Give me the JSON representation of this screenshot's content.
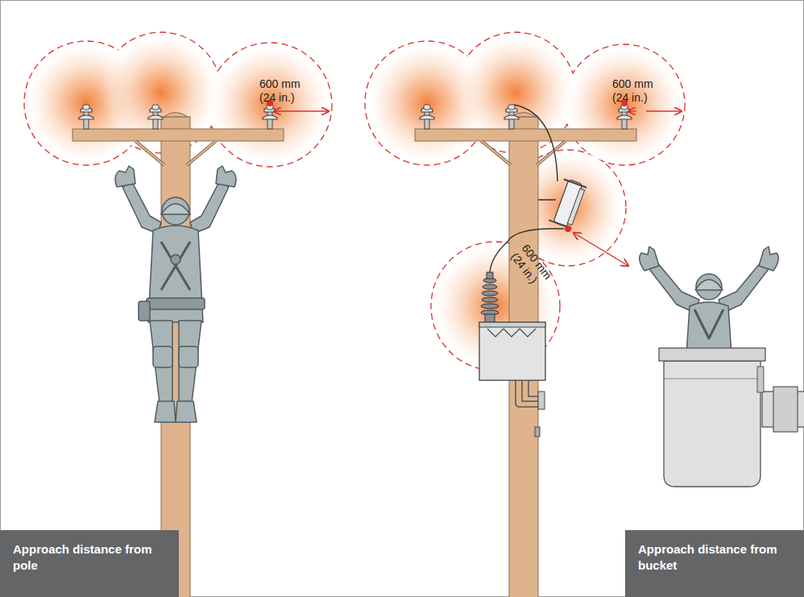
{
  "diagram": {
    "nodes": [
      {
        "text": [
          "Approach distance from pole"
        ]
      },
      {
        "text": [
          "Approach distance from bucket"
        ]
      }
    ],
    "edges": [],
    "labels": [
      "600 mm (24 in.)",
      "600 mm (24 in.)",
      "600 mm (24 in.)"
    ]
  }
}
